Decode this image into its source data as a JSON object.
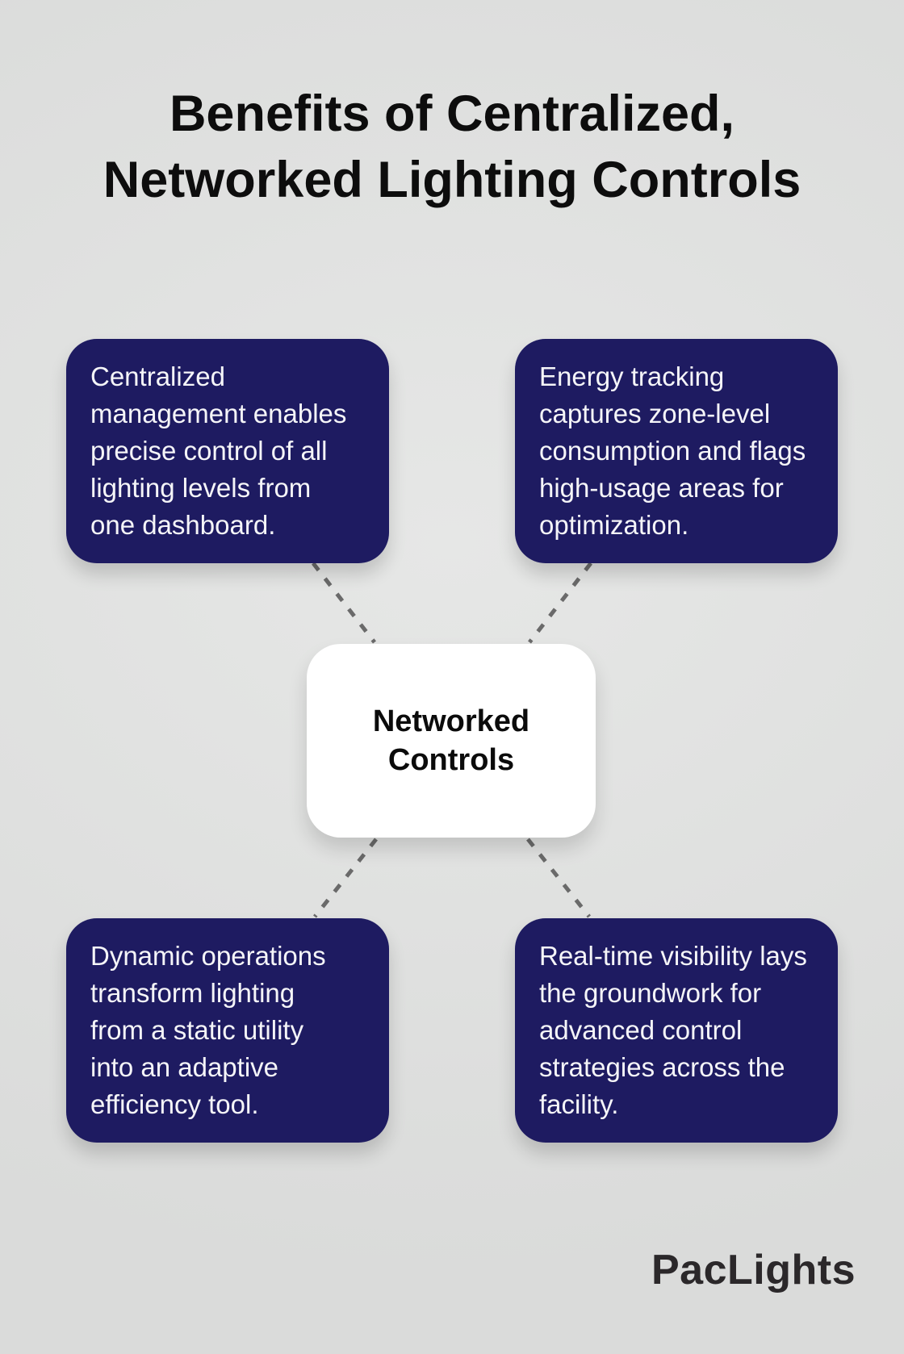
{
  "title": "Benefits of Centralized,\nNetworked Lighting Controls",
  "center_node": {
    "label": "Networked\nControls"
  },
  "benefits": [
    {
      "position": "top-left",
      "text": "Centralized\nmanagement enables\nprecise control of all\nlighting levels from\none dashboard."
    },
    {
      "position": "top-right",
      "text": "Energy tracking\ncaptures zone-level\nconsumption and flags\nhigh-usage areas for\noptimization."
    },
    {
      "position": "bottom-left",
      "text": "Dynamic operations\ntransform lighting\nfrom a static utility\ninto an adaptive\nefficiency tool."
    },
    {
      "position": "bottom-right",
      "text": "Real-time visibility lays\nthe groundwork for\nadvanced control\nstrategies across the\nfacility."
    }
  ],
  "brand": {
    "logo_text": "PacLights"
  },
  "colors": {
    "background": "#e1e2e1",
    "card_background": "#1e1b61",
    "card_text": "#f5f5f8",
    "center_background": "#ffffff",
    "center_text": "#0b0b0b",
    "title_text": "#0d0d0d",
    "connector": "#6a6a6a",
    "logo_text": "#2b282a"
  }
}
